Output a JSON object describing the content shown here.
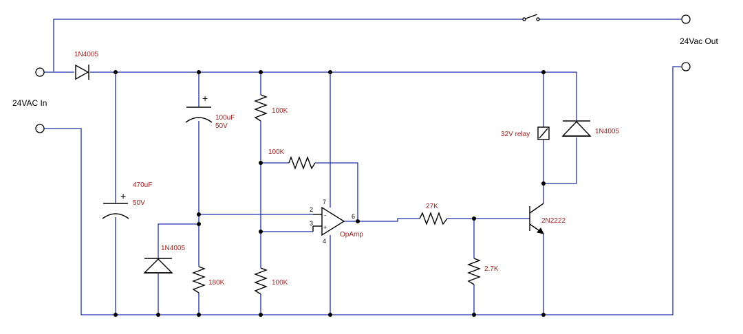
{
  "terminals": {
    "input_label": "24VAC In",
    "output_label": "24Vac Out"
  },
  "components": {
    "d1": {
      "part": "1N4005"
    },
    "c1": {
      "value": "470uF",
      "voltage": "50V"
    },
    "c2": {
      "value": "100uF",
      "voltage": "50V"
    },
    "d2": {
      "part": "1N4005"
    },
    "r1": {
      "value": "180K"
    },
    "r2": {
      "value": "100K"
    },
    "r3": {
      "value": "100K"
    },
    "r4": {
      "value": "100K"
    },
    "opamp": {
      "label": "OpAmp",
      "pin2": "2",
      "pin3": "3",
      "pin4": "4",
      "pin6": "6",
      "pin7": "7",
      "minus": "-",
      "plus": "+"
    },
    "r5": {
      "value": "27K"
    },
    "r6": {
      "value": "2.7K"
    },
    "q1": {
      "part": "2N2222"
    },
    "k1": {
      "label": "32V relay"
    },
    "d3": {
      "part": "1N4005"
    }
  },
  "polarity_mark": "+"
}
